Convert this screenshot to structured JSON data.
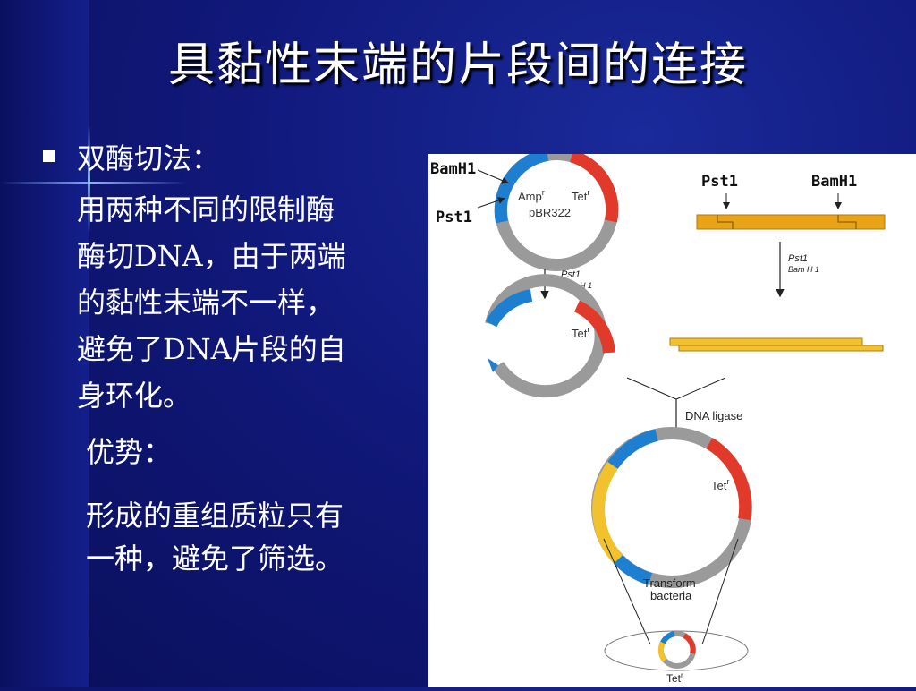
{
  "slide": {
    "title": "具黏性末端的片段间的连接",
    "bullet_head": "双酶切法：",
    "body_lines": [
      "用两种不同的限制酶",
      "酶切DNA，由于两端",
      "的黏性末端不一样，",
      "避免了DNA片段的自",
      "身环化。"
    ],
    "advantage_head": "优势：",
    "advantage_lines": [
      "形成的重组质粒只有",
      "一种，避免了筛选。"
    ]
  },
  "diagram": {
    "bamh1_left": "BamH1",
    "pst1_left": "Pst1",
    "pst1_right": "Pst1",
    "bamh1_right": "BamH1",
    "amp": "Amp",
    "tet": "Tet",
    "sup_r": "r",
    "plasmid": "pBR322",
    "enzyme1": "Pst1",
    "enzyme2": "Bam H 1",
    "tet2": "Tet",
    "enzyme3": "Pst1",
    "enzyme4": "Bam H 1",
    "ligase": "DNA ligase",
    "tet3": "Tet",
    "transform1": "Transform",
    "transform2": "bacteria",
    "tet4": "Tet"
  },
  "colors": {
    "blue": "#1e7fd0",
    "red": "#e23a2a",
    "gray": "#9a9a9a",
    "orange": "#e8a317",
    "yellow": "#f2c22e"
  }
}
